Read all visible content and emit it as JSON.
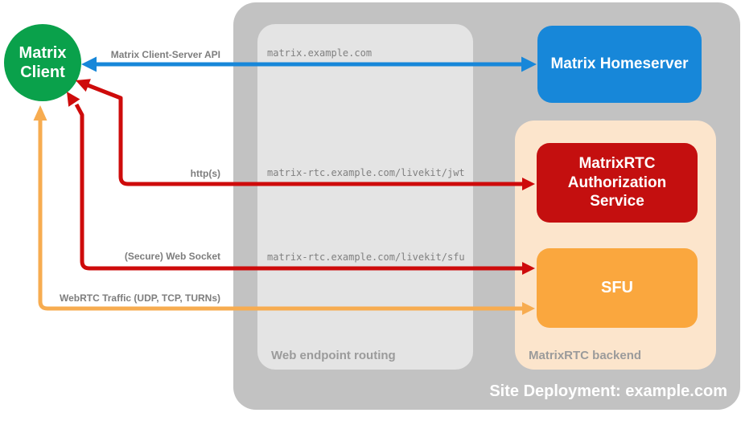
{
  "deployment": {
    "title": "Site Deployment: example.com"
  },
  "routing": {
    "title": "Web endpoint routing",
    "endpoints": [
      "matrix.example.com",
      "matrix-rtc.example.com/livekit/jwt",
      "matrix-rtc.example.com/livekit/sfu"
    ]
  },
  "backend": {
    "title": "MatrixRTC backend"
  },
  "nodes": {
    "client": {
      "label": "Matrix Client",
      "color": "#0AA14B"
    },
    "homeserver": {
      "label": "Matrix Homeserver",
      "color": "#1787D9"
    },
    "auth_service": {
      "label": "MatrixRTC Authorization Service",
      "color": "#C40F0F"
    },
    "sfu": {
      "label": "SFU",
      "color": "#FAA73E"
    }
  },
  "arrows": [
    {
      "label": "Matrix Client-Server API",
      "color": "#1787D9",
      "from": "Matrix Client",
      "to": "Matrix Homeserver",
      "bidirectional": true
    },
    {
      "label": "http(s)",
      "color": "#CE0B0B",
      "from": "Matrix Client",
      "to": "MatrixRTC Authorization Service",
      "bidirectional": true
    },
    {
      "label": "(Secure) Web Socket",
      "color": "#CE0B0B",
      "from": "Matrix Client",
      "to": "SFU",
      "bidirectional": true
    },
    {
      "label": "WebRTC Traffic (UDP, TCP, TURNs)",
      "color": "#F7AC50",
      "from": "Matrix Client",
      "to": "SFU",
      "bidirectional": true
    }
  ],
  "colors": {
    "container_gray": "#C2C2C2",
    "routing_gray": "#E4E4E4",
    "backend_peach": "#FCE5CC",
    "label_gray": "#7D7D7D",
    "endpoint_gray": "#808080"
  }
}
